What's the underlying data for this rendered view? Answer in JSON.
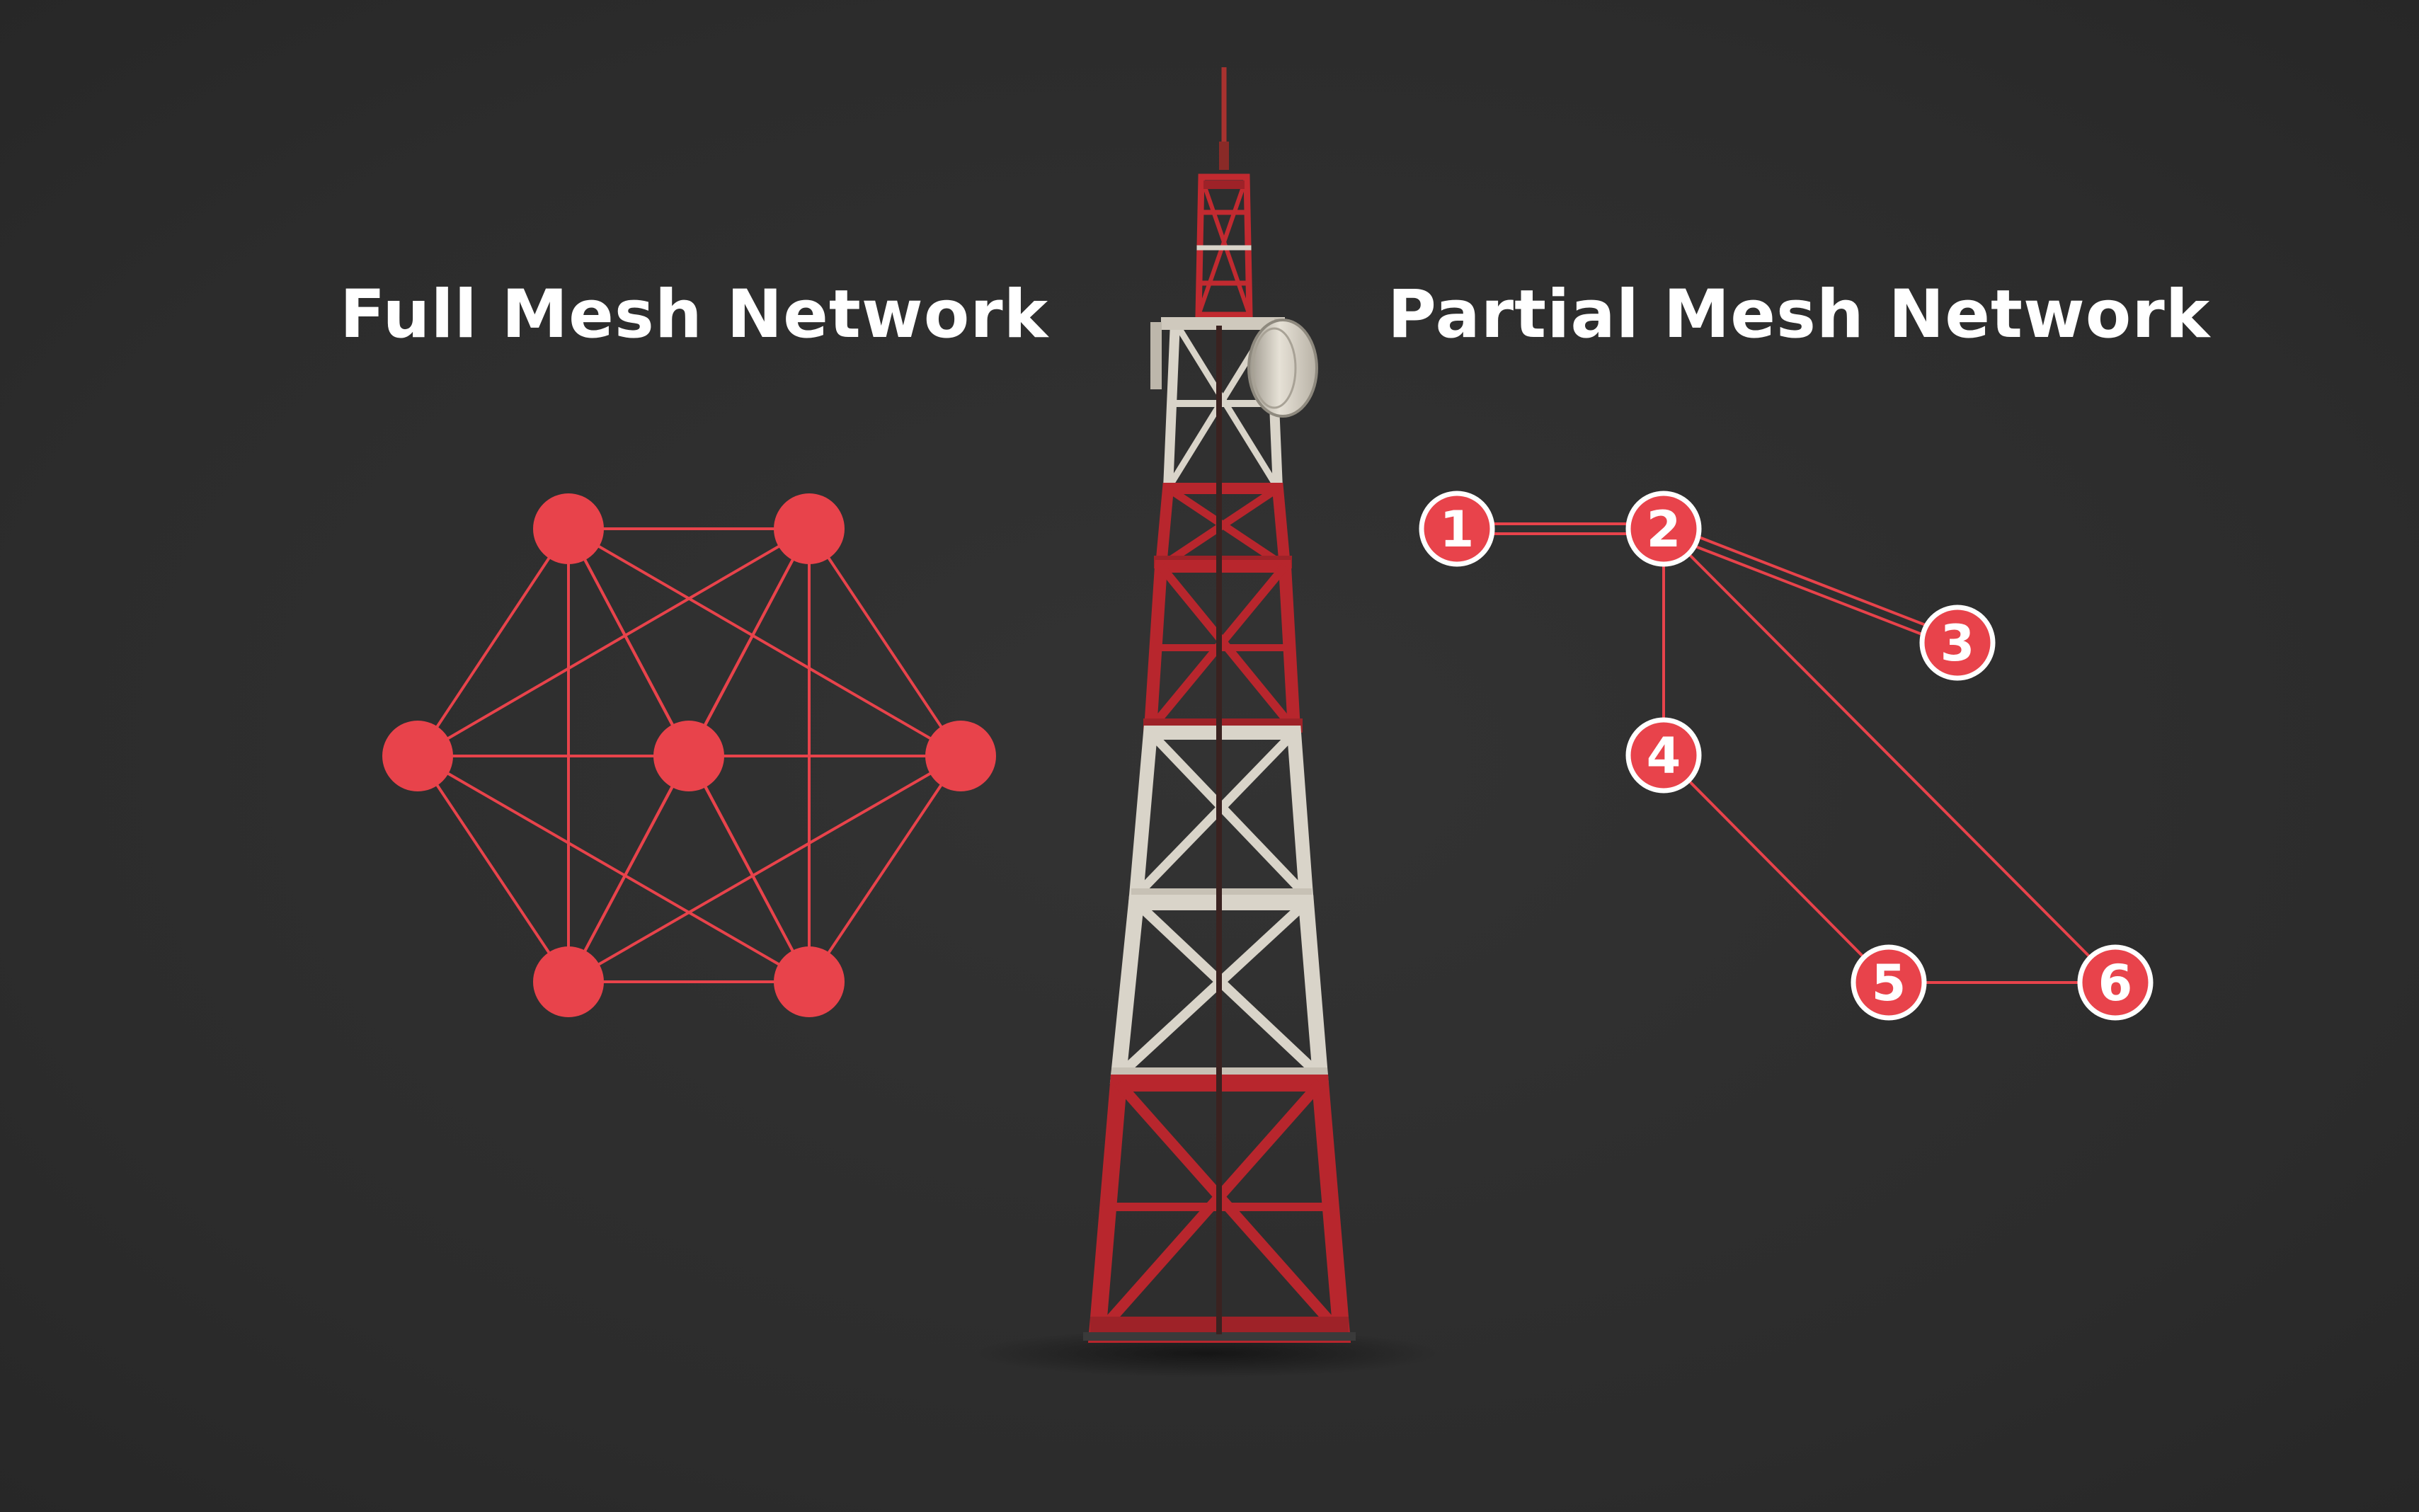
{
  "titles": {
    "full": "Full Mesh Network",
    "partial": "Partial Mesh Network"
  },
  "colors": {
    "accent": "#e8434b",
    "background": "#2e2e2e",
    "text": "#ffffff",
    "tower_red": "#b0222a",
    "tower_white": "#d9d4c9"
  },
  "full_mesh": {
    "nodes": [
      {
        "id": "top-left"
      },
      {
        "id": "top-right"
      },
      {
        "id": "left"
      },
      {
        "id": "center"
      },
      {
        "id": "right"
      },
      {
        "id": "bottom-left"
      },
      {
        "id": "bottom-right"
      }
    ],
    "edges": [
      [
        "top-left",
        "top-right"
      ],
      [
        "top-left",
        "left"
      ],
      [
        "top-left",
        "center"
      ],
      [
        "top-left",
        "right"
      ],
      [
        "top-left",
        "bottom-left"
      ],
      [
        "top-left",
        "bottom-right"
      ],
      [
        "top-right",
        "left"
      ],
      [
        "top-right",
        "center"
      ],
      [
        "top-right",
        "right"
      ],
      [
        "top-right",
        "bottom-left"
      ],
      [
        "top-right",
        "bottom-right"
      ],
      [
        "left",
        "center"
      ],
      [
        "left",
        "bottom-left"
      ],
      [
        "left",
        "bottom-right"
      ],
      [
        "center",
        "right"
      ],
      [
        "center",
        "bottom-left"
      ],
      [
        "center",
        "bottom-right"
      ],
      [
        "right",
        "bottom-left"
      ],
      [
        "right",
        "bottom-right"
      ],
      [
        "bottom-left",
        "bottom-right"
      ]
    ]
  },
  "partial_mesh": {
    "nodes": [
      {
        "id": "n1",
        "label": "1"
      },
      {
        "id": "n2",
        "label": "2"
      },
      {
        "id": "n3",
        "label": "3"
      },
      {
        "id": "n4",
        "label": "4"
      },
      {
        "id": "n5",
        "label": "5"
      },
      {
        "id": "n6",
        "label": "6"
      }
    ],
    "edges": [
      {
        "from": "n1",
        "to": "n2",
        "double": true
      },
      {
        "from": "n2",
        "to": "n3",
        "double": true
      },
      {
        "from": "n2",
        "to": "n4",
        "double": false
      },
      {
        "from": "n2",
        "to": "n6",
        "double": false
      },
      {
        "from": "n4",
        "to": "n5",
        "double": false
      },
      {
        "from": "n5",
        "to": "n6",
        "double": false
      }
    ]
  },
  "illustration": "lattice-tower-with-dish-antenna"
}
